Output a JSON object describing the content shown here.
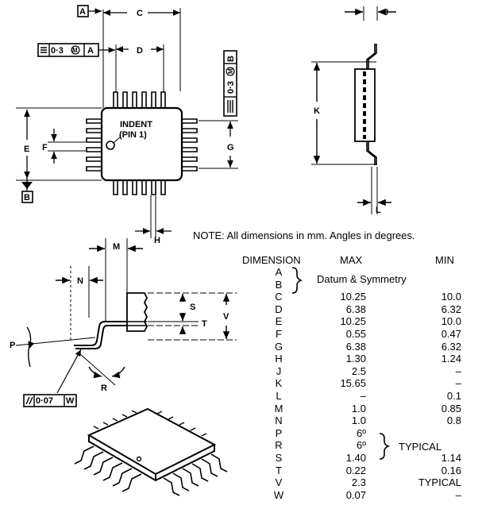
{
  "note": "NOTE: All dimensions in mm.   Angles in degrees.",
  "indent_label": [
    "INDENT",
    "(PIN 1)"
  ],
  "datum_labels": {
    "a": "A",
    "b": "B"
  },
  "tolerance_frames": {
    "top": [
      "0·3",
      "M",
      "A"
    ],
    "side": [
      "0·3",
      "M",
      "B"
    ],
    "bottom": [
      "0·07",
      "W"
    ]
  },
  "dimension_letters": [
    "C",
    "D",
    "E",
    "F",
    "G",
    "H",
    "J",
    "K",
    "L",
    "M",
    "N",
    "P",
    "R",
    "S",
    "T",
    "V"
  ],
  "table": {
    "headers": {
      "dimension": "DIMENSION",
      "max": "MAX",
      "min": "MIN"
    },
    "datum_note": "Datum & Symmetry",
    "typical_note": "TYPICAL",
    "rows": [
      {
        "dim": "A",
        "max": "",
        "min": ""
      },
      {
        "dim": "B",
        "max": "",
        "min": ""
      },
      {
        "dim": "C",
        "max": "10.25",
        "min": "10.0"
      },
      {
        "dim": "D",
        "max": "6.38",
        "min": "6.32"
      },
      {
        "dim": "E",
        "max": "10.25",
        "min": "10.0"
      },
      {
        "dim": "F",
        "max": "0.55",
        "min": "0.47"
      },
      {
        "dim": "G",
        "max": "6.38",
        "min": "6.32"
      },
      {
        "dim": "H",
        "max": "1.30",
        "min": "1.24"
      },
      {
        "dim": "J",
        "max": "2.5",
        "min": "–"
      },
      {
        "dim": "K",
        "max": "15.65",
        "min": "–"
      },
      {
        "dim": "L",
        "max": "–",
        "min": "0.1"
      },
      {
        "dim": "M",
        "max": "1.0",
        "min": "0.85"
      },
      {
        "dim": "N",
        "max": "1.0",
        "min": "0.8"
      },
      {
        "dim": "P",
        "max": "6º",
        "min": ""
      },
      {
        "dim": "R",
        "max": "6º",
        "min": ""
      },
      {
        "dim": "S",
        "max": "1.40",
        "min": "1.14"
      },
      {
        "dim": "T",
        "max": "0.22",
        "min": "0.16"
      },
      {
        "dim": "V",
        "max": "2.3",
        "min": "TYPICAL"
      },
      {
        "dim": "W",
        "max": "0.07",
        "min": "–"
      }
    ]
  }
}
